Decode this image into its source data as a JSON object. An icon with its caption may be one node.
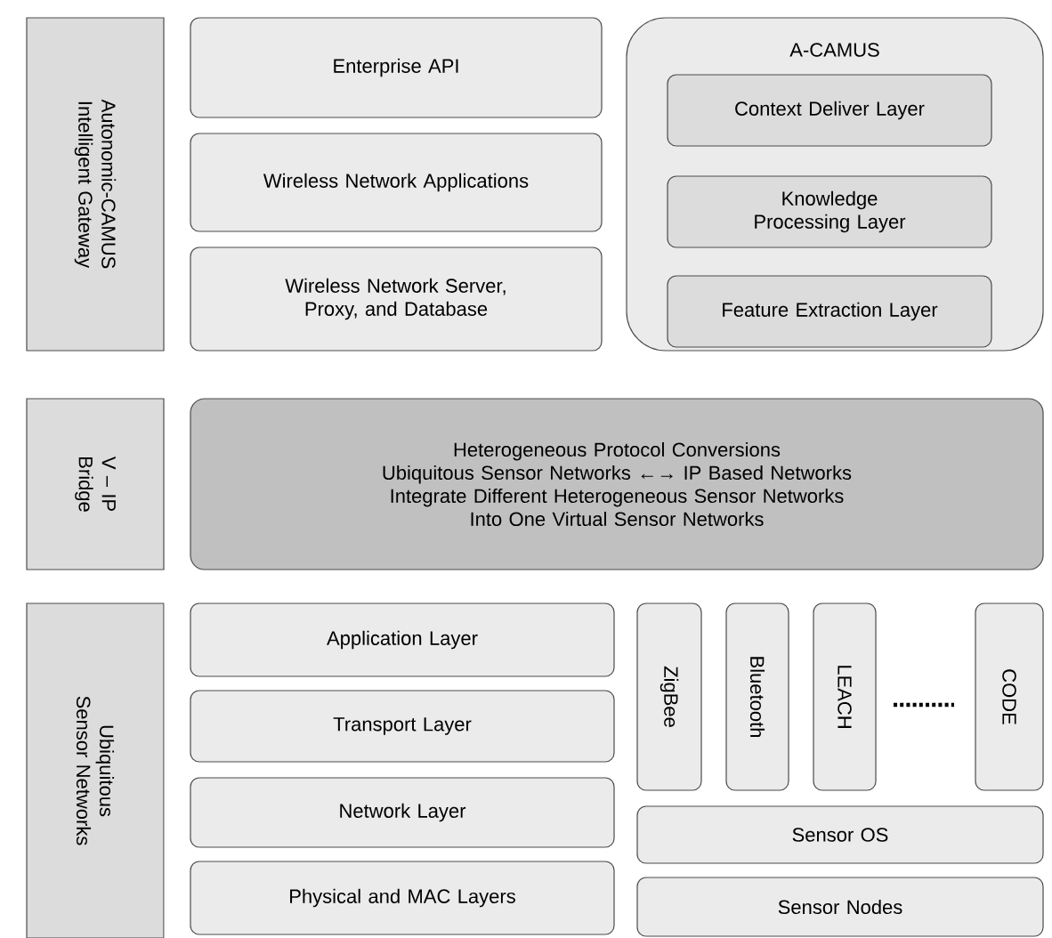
{
  "diagram": {
    "nodes": [
      {
        "text": [
          "Autonomic-CAMUS Intelligent Gateway"
        ]
      },
      {
        "text": [
          "Enterprise API"
        ]
      },
      {
        "text": [
          "Wireless Network Applications"
        ]
      },
      {
        "text": [
          "Wireless Network Server, Proxy, and Database"
        ]
      },
      {
        "text": [
          "A-CAMUS"
        ]
      },
      {
        "text": [
          "Context Deliver Layer"
        ],
        "in": 4
      },
      {
        "text": [
          "Knowledge Processing Layer"
        ],
        "in": 4
      },
      {
        "text": [
          "Feature Extraction Layer"
        ],
        "in": 4
      },
      {
        "text": [
          "V – IP Bridge"
        ]
      },
      {
        "text": [
          "Heterogeneous Protocol Conversions",
          "Ubiquitous Sensor Networks ←→ IP Based Networks",
          "Integrate Different Heterogeneous Sensor Networks",
          "Into One Virtual Sensor Networks"
        ]
      },
      {
        "text": [
          "Ubiquitous Sensor Networks"
        ]
      },
      {
        "text": [
          "Application Layer"
        ]
      },
      {
        "text": [
          "Transport Layer"
        ]
      },
      {
        "text": [
          "Network Layer"
        ]
      },
      {
        "text": [
          "Physical and MAC Layers"
        ]
      },
      {
        "text": [
          "ZigBee"
        ]
      },
      {
        "text": [
          "Bluetooth"
        ]
      },
      {
        "text": [
          "LEACH"
        ]
      },
      {
        "text": [
          "CODE"
        ]
      },
      {
        "text": [
          "Sensor OS"
        ]
      },
      {
        "text": [
          "Sensor Nodes"
        ]
      }
    ]
  }
}
